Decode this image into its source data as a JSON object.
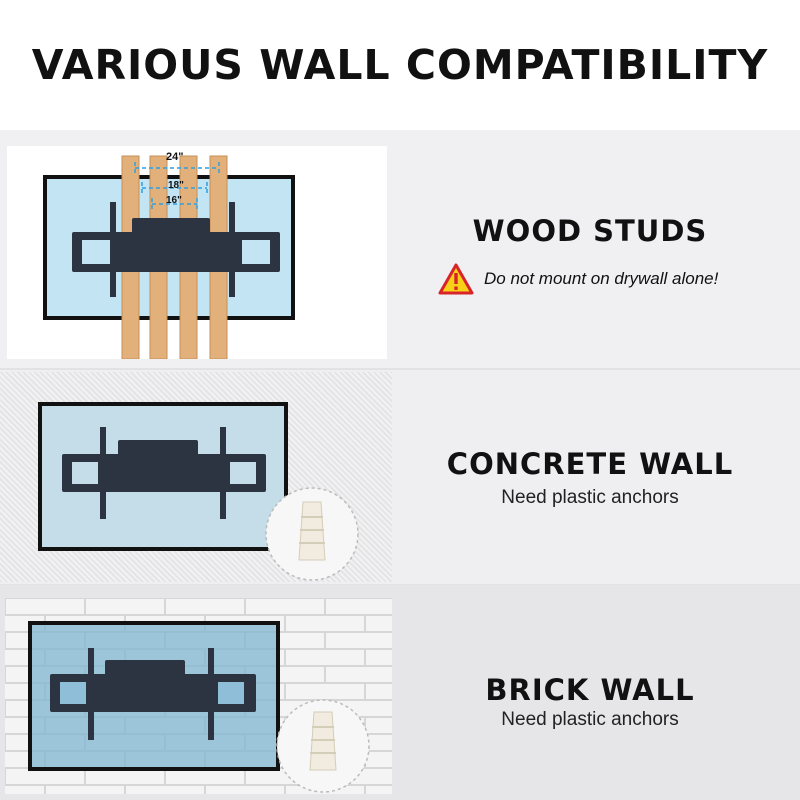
{
  "title": "VARIOUS WALL COMPATIBILITY",
  "colors": {
    "tv_screen": "#bfe3f3",
    "tv_frame": "#111111",
    "mount": "#2b3440",
    "stud": "#e3b27c",
    "warning_yellow": "#f7d117",
    "warning_red": "#d8232a",
    "dim_line": "#2f9fe0"
  },
  "sections": [
    {
      "name": "WOOD STUDS",
      "warning_icon": "warning-triangle-icon",
      "warning": "Do not mount on drywall alone!",
      "dimensions": {
        "outer": "24\"",
        "middle": "18\"",
        "inner": "16\""
      }
    },
    {
      "name": "CONCRETE WALL",
      "note": "Need plastic anchors",
      "anchor_icon": "plastic-anchor-icon"
    },
    {
      "name": "BRICK WALL",
      "note": "Need plastic anchors",
      "anchor_icon": "plastic-anchor-icon"
    }
  ]
}
